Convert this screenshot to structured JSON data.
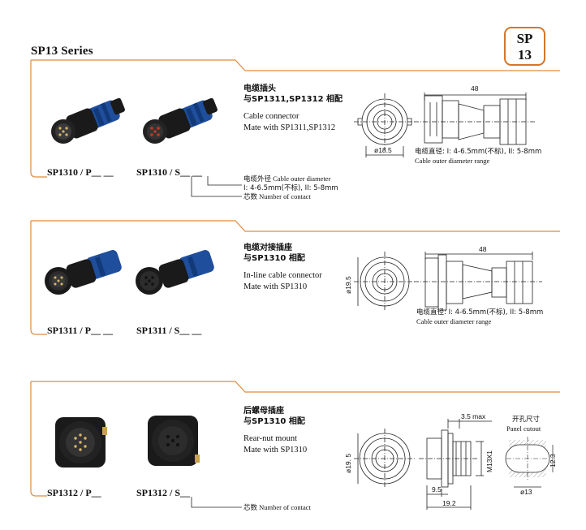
{
  "header": {
    "title": "SP13 Series",
    "badge_line1": "SP",
    "badge_line2": "13"
  },
  "colors": {
    "accent": "#e08a3c",
    "badge_border": "#d4762a",
    "connector_blue": "#1f4e9c",
    "body_black": "#1a1a1a"
  },
  "sections": [
    {
      "model_plug": "SP1310 / P__ __",
      "model_socket": "SP1310 / S__ __",
      "title_zh": "电缆插头",
      "mate_zh": "与SP1311,SP1312 相配",
      "title_en": "Cable connector",
      "mate_en": "Mate with  SP1311,SP1312",
      "dim_length": "48",
      "dim_dia": "ø18.5",
      "range_zh": "电缆直径: I: 4-6.5mm(不标), II: 5-8mm",
      "range_en": "Cable outer  diameter range",
      "ann_cable_zh": "电缆外径",
      "ann_cable_en": " Cable outer diameter",
      "ann_cable_values": "I: 4-6.5mm(不标), II: 5-8mm",
      "ann_contact_zh": "芯数",
      "ann_contact_en": " Number of contact"
    },
    {
      "model_plug": "SP1311 / P__ __",
      "model_socket": "SP1311 / S__ __",
      "title_zh": "电缆对接插座",
      "mate_zh": "与SP1310 相配",
      "title_en": "In-line cable connector",
      "mate_en": "Mate with  SP1310",
      "dim_length": "48",
      "dim_dia": "ø19.5",
      "range_zh": "电缆直径: I: 4-6.5mm(不标), II: 5-8mm",
      "range_en": "Cable outer  diameter range"
    },
    {
      "model_plug": "SP1312 / P__",
      "model_socket": "SP1312 / S__",
      "title_zh": "后螺母插座",
      "mate_zh": "与SP1310 相配",
      "title_en": "Rear-nut mount",
      "mate_en": "Mate with  SP1310",
      "dim_dia": "ø19. 5",
      "dim_max": "3.5 max",
      "dim_thread": "M13X1",
      "dim_9_5": "9.5",
      "dim_19_2": "19.2",
      "cutout_zh": "开孔尺寸",
      "cutout_en": "Panel cutout",
      "cutout_h": "12.3",
      "cutout_d": "ø13",
      "ann_contact_zh": "芯数",
      "ann_contact_en": " Number of contact"
    }
  ]
}
